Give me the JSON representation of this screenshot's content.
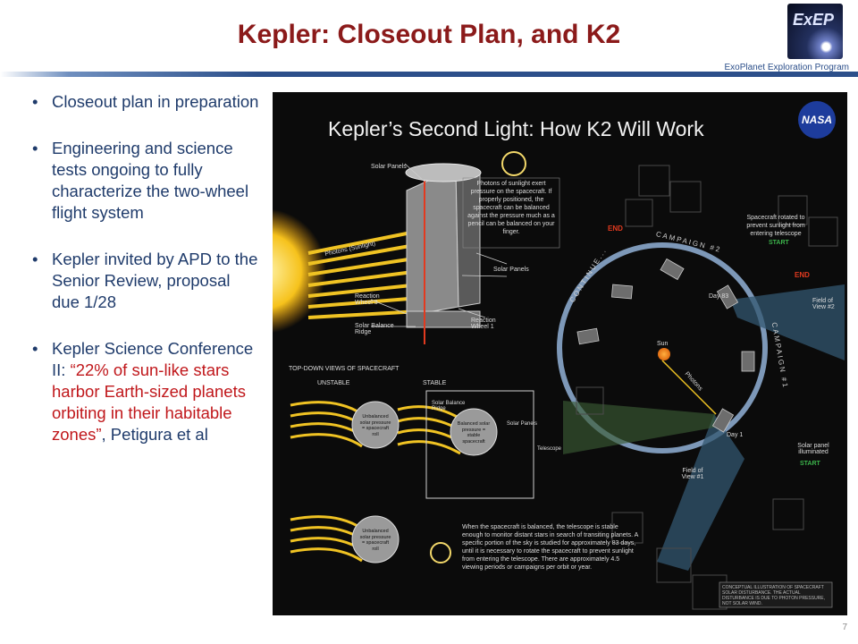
{
  "header": {
    "title": "Kepler:  Closeout Plan, and K2",
    "logo_text": "ExEP",
    "program": "ExoPlanet Exploration Program",
    "page_number": "7"
  },
  "bullets": [
    {
      "text": "Closeout plan in preparation"
    },
    {
      "text": "Engineering and science tests ongoing to fully characterize the two-wheel flight system"
    },
    {
      "text": "Kepler invited by APD to the Senior Review, proposal due 1/28"
    },
    {
      "prefix": "Kepler Science Conference II:  ",
      "quote": "“22% of sun-like stars harbor Earth-sized planets orbiting in their habitable zones”",
      "suffix": ", Petigura et al"
    }
  ],
  "figure": {
    "title": "Kepler’s Second Light: How K2 Will Work",
    "nasa": "NASA",
    "solar_panels_top": "Solar Panels",
    "photons_sunlight": "Photons (Sunlight)",
    "solar_panels_mid": "Solar Panels",
    "reaction_wheel_3": "Reaction Wheel 3",
    "reaction_wheel_1": "Reaction Wheel 1",
    "solar_balance_ridge": "Solar Balance Ridge",
    "pressure_note": "Photons of sunlight exert pressure on the spacecraft. If properly positioned, the spacecraft can be balanced against the pressure much as a pencil can be balanced on your finger.",
    "end_top": "END",
    "end_right": "END",
    "campaign2": "CAMPAIGN #2",
    "campaign1": "CAMPAIGN #1",
    "continue": "CONTINUE...",
    "rotated": "Spacecraft rotated to prevent sunlight from entering telescope",
    "start_top": "START",
    "day83": "Day 83",
    "fov2": "Field of View #2",
    "sun": "Sun",
    "photons": "Photons",
    "day1": "Day 1",
    "solar_panel_illuminated": "Solar panel illuminated",
    "start_bottom": "START",
    "fov1": "Field of View #1",
    "topdown": "TOP-DOWN VIEWS OF SPACECRAFT",
    "unstable": "UNSTABLE",
    "stable": "STABLE",
    "ridge": "Solar Balance Ridge",
    "panels": "Solar Panels",
    "telescope": "Telescope",
    "balanced": "Balanced solar pressure = stable spacecraft",
    "unbalanced_1": "Unbalanced solar pressure = spacecraft roll",
    "unbalanced_2": "Unbalanced solar pressure = spacecraft roll",
    "bottom_note": "When the spacecraft is balanced, the telescope is stable enough to monitor distant stars in search of transiting planets. A specific portion of the sky is studied for approximately 83 days, until it is necessary to rotate the spacecraft to prevent sunlight from entering the telescope. There are approximately 4.5 viewing periods or campaigns per orbit or year.",
    "disclaimer": "CONCEPTUAL ILLUSTRATION OF SPACECRAFT SOLAR DISTURBANCE. THE ACTUAL DISTURBANCE IS DUE TO PHOTON PRESSURE, NOT SOLAR WIND."
  }
}
